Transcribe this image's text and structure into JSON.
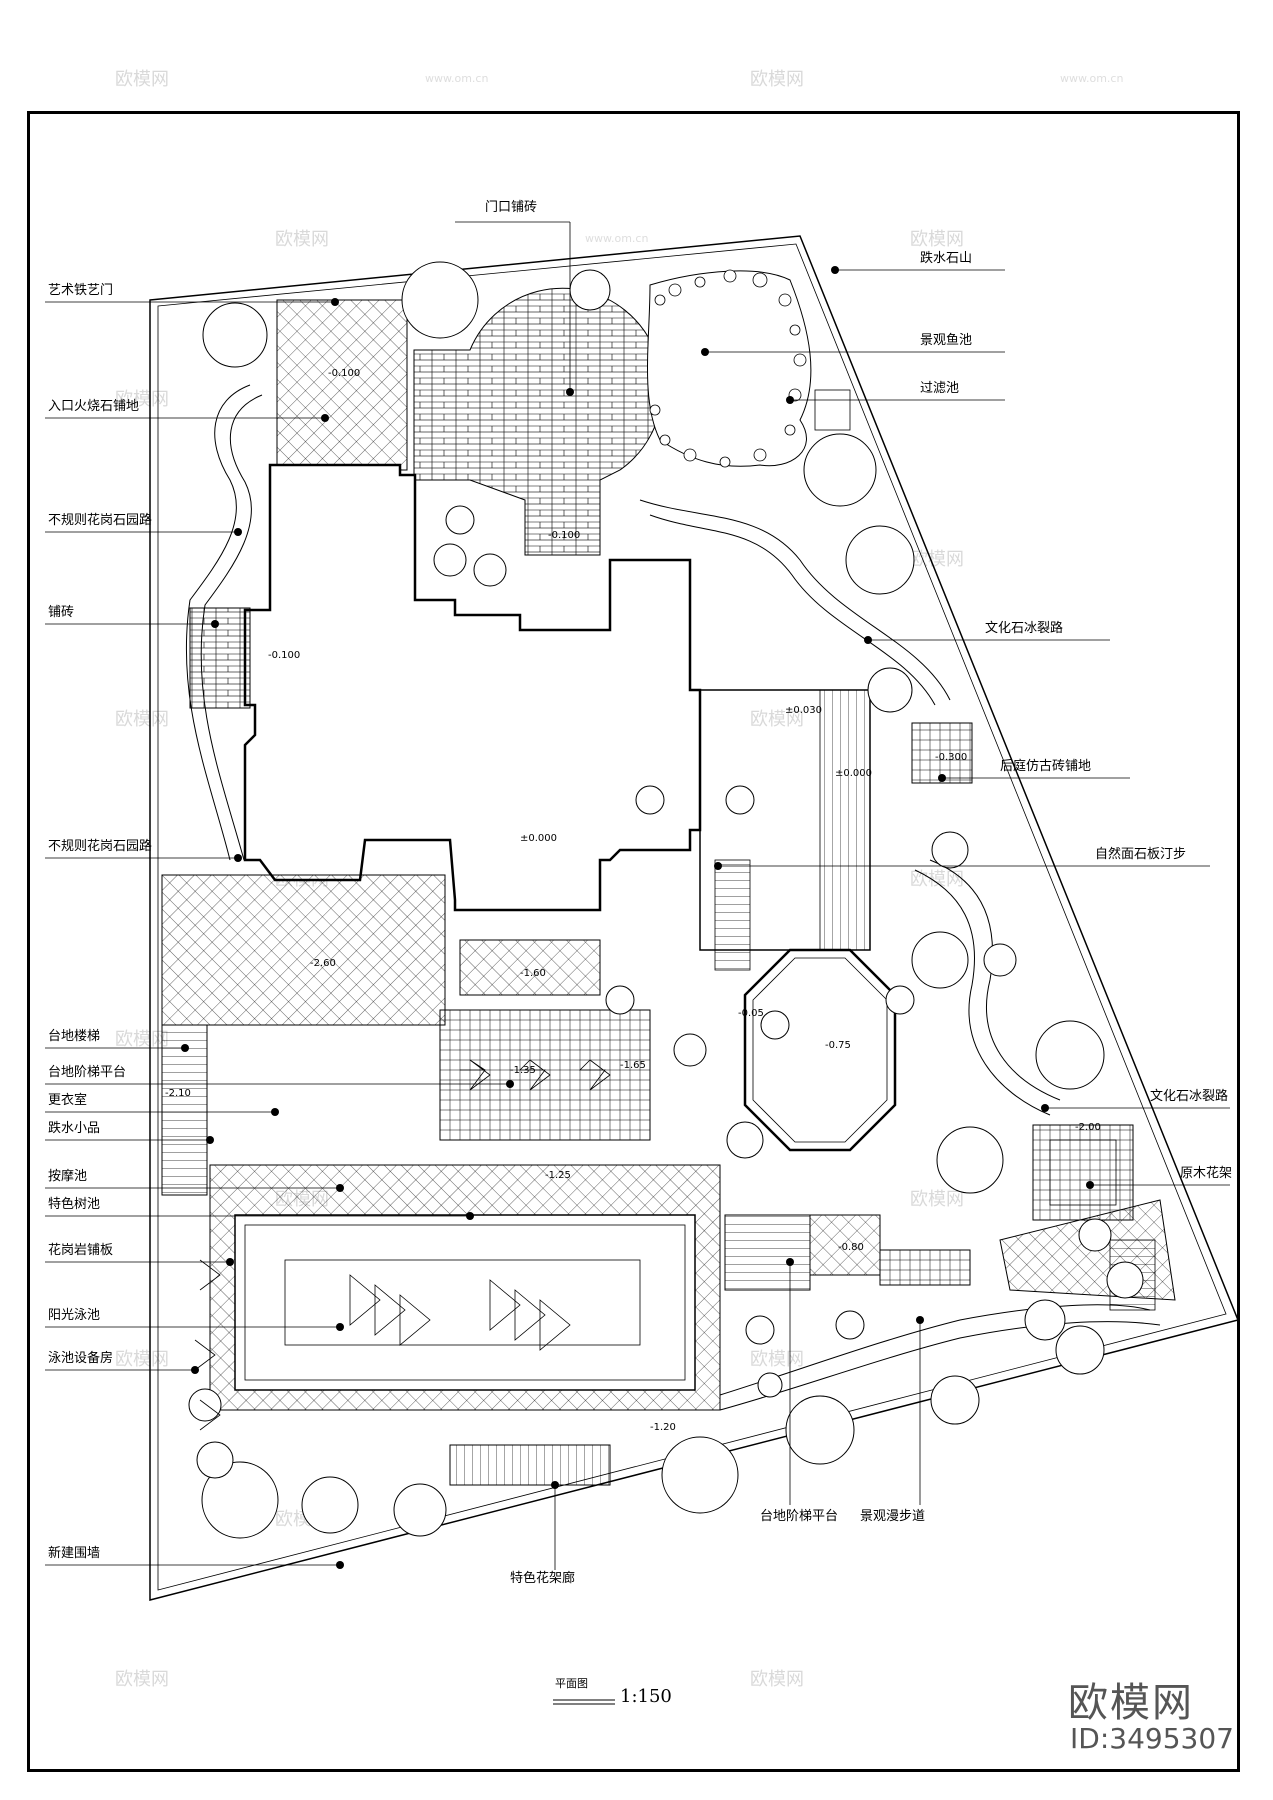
{
  "drawing": {
    "title": "平面图",
    "scale": "1:150",
    "brand": "欧模网",
    "brand_id": "ID:3495307",
    "watermark_text": "欧模网",
    "watermark_url": "www.om.cn"
  },
  "labels_left": [
    "艺术铁艺门",
    "入口火烧石铺地",
    "不规则花岗石园路",
    "铺砖",
    "不规则花岗石园路",
    "台地楼梯",
    "台地阶梯平台",
    "更衣室",
    "跌水小品",
    "按摩池",
    "特色树池",
    "花岗岩铺板",
    "阳光泳池",
    "泳池设备房",
    "新建围墙"
  ],
  "labels_right": [
    "跌水石山",
    "景观鱼池",
    "过滤池",
    "文化石冰裂路",
    "后庭仿古砖铺地",
    "自然面石板汀步",
    "文化石冰裂路",
    "原木花架"
  ],
  "labels_top": [
    "门口铺砖"
  ],
  "labels_bottom": [
    "特色花架廊",
    "台地阶梯平台",
    "景观漫步道"
  ],
  "elevations": [
    "±0.000",
    "-0.100",
    "-0.100",
    "-0.100",
    "±0.030",
    "±0.000",
    "-0.300",
    "-0.75",
    "-2.60",
    "-1.60",
    "-1.35",
    "-1.65",
    "-2.10",
    "-1.25",
    "-2.00",
    "-1.20",
    "-0.80",
    "-0.05"
  ]
}
